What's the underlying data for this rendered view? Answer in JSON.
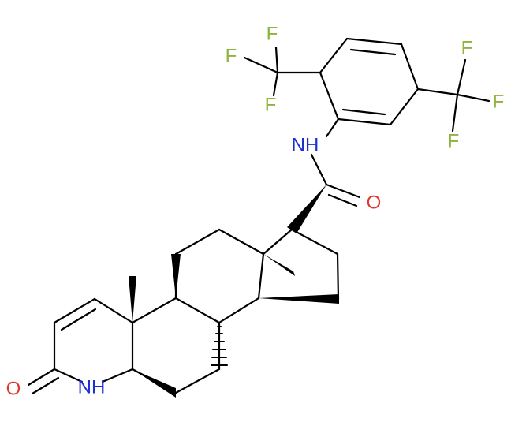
{
  "molecule": {
    "atom_labels": {
      "F1": "F",
      "F2": "F",
      "F3": "F",
      "F4": "F",
      "F5": "F",
      "F6": "F",
      "amide_nh": "NH",
      "amide_o": "O",
      "lactam_o": "O",
      "lactam_nh": "NH"
    },
    "colors": {
      "bond": "#000000",
      "fluorine": "#8db43b",
      "nitrogen": "#1f2fcf",
      "oxygen": "#e0362b"
    }
  }
}
